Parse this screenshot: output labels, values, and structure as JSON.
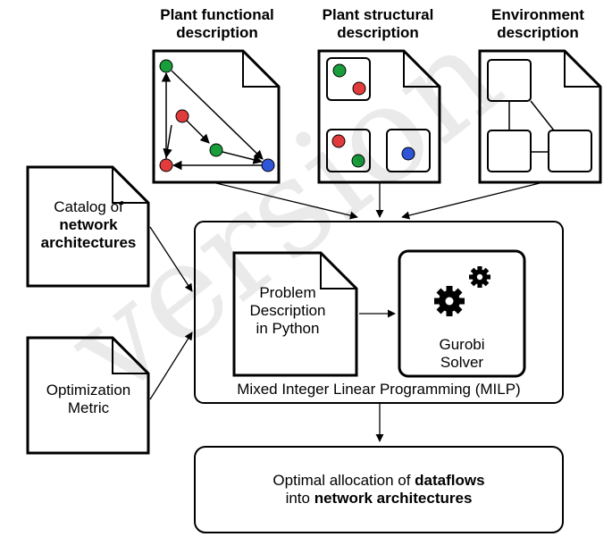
{
  "headers": {
    "functional_l1": "Plant functional",
    "functional_l2": "description",
    "structural_l1": "Plant structural",
    "structural_l2": "description",
    "environment_l1": "Environment",
    "environment_l2": "description"
  },
  "catalog": {
    "line1": "Catalog of",
    "line2": "network",
    "line3": "architectures"
  },
  "metric": {
    "line1": "Optimization",
    "line2": "Metric"
  },
  "problem": {
    "line1": "Problem",
    "line2": "Description",
    "line3": "in Python"
  },
  "solver": {
    "line1": "Gurobi",
    "line2": "Solver"
  },
  "milp_label": "Mixed Integer Linear Programming (MILP)",
  "result": {
    "line1_prefix": "Optimal allocation of ",
    "line1_bold": "dataflows",
    "line2_prefix": "into ",
    "line2_bold": "network architectures"
  },
  "watermark": "version",
  "colors": {
    "green": "#1a9e3c",
    "red": "#e23b3b",
    "blue": "#2f56d8"
  }
}
